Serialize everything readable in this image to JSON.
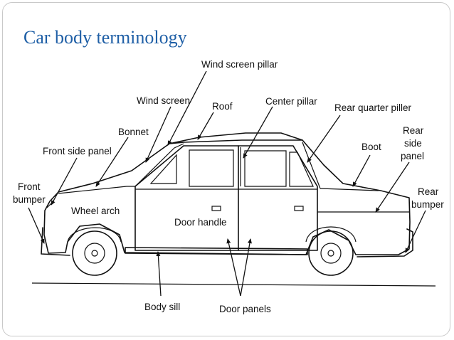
{
  "slide": {
    "title": "Car body terminology"
  },
  "diagram": {
    "labels": {
      "wind_screen_pillar": "Wind screen pillar",
      "wind_screen": "Wind screen",
      "roof": "Roof",
      "center_pillar": "Center pillar",
      "rear_quarter_piller": "Rear quarter piller",
      "bonnet": "Bonnet",
      "front_side_panel": "Front side panel",
      "boot": "Boot",
      "rear_side_panel_1": "Rear",
      "rear_side_panel_2": "side",
      "rear_side_panel_3": "panel",
      "front_bumper_1": "Front",
      "front_bumper_2": "bumper",
      "rear_bumper_1": "Rear",
      "rear_bumper_2": "bumper",
      "wheel_arch": "Wheel arch",
      "door_handle": "Door handle",
      "body_sill": "Body sill",
      "door_panels": "Door panels"
    },
    "colors": {
      "title": "#1f5fa6",
      "line": "#111111",
      "frame": "#c9c9c9"
    }
  }
}
